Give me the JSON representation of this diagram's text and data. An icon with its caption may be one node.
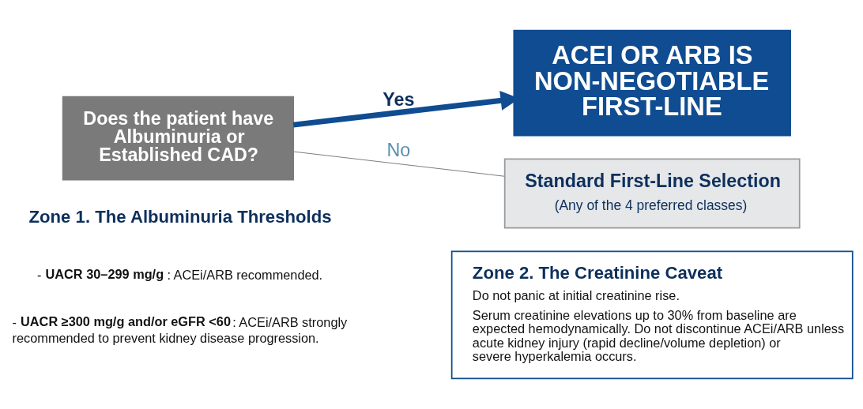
{
  "diagram": {
    "nodes": [
      {
        "text": [
          "Does the patient have Albuminuria or Established CAD?"
        ]
      },
      {
        "text": [
          "Standard First-Line Selection",
          "(Any of the 4 preferred classes)"
        ]
      },
      {
        "text": [
          "ACEI OR ARB IS NON-NEGOTIABLE FIRST-LINE"
        ]
      },
      {
        "text": [
          "Zone 2. The Creatinine Caveat",
          "Do not panic at initial creatinine rise.",
          "Serum creatinine elevations up to 30% from baseline are expected hemodynamically. Do not discontinue ACEi/ARB unless acute kidney injury (rapid decline/volume depletion) or severe hyperkalemia occurs."
        ]
      }
    ],
    "edges": [
      {
        "from": 0,
        "to": 1,
        "label": "No",
        "arrow": "none",
        "color": "#7f7f7f"
      },
      {
        "from": 0,
        "to": 2,
        "label": "Yes",
        "arrow": "to",
        "style": "thick",
        "color": "#0f4c91"
      }
    ],
    "labels": [
      "Zone 1. The Albuminuria Thresholds",
      "- **UACR 30–299 mg/g**: ACEi/ARB recommended.",
      "- **UACR ≥300 mg/g and/or eGFR <60**: ACEi/ARB strongly recommended to prevent kidney disease progression."
    ]
  }
}
